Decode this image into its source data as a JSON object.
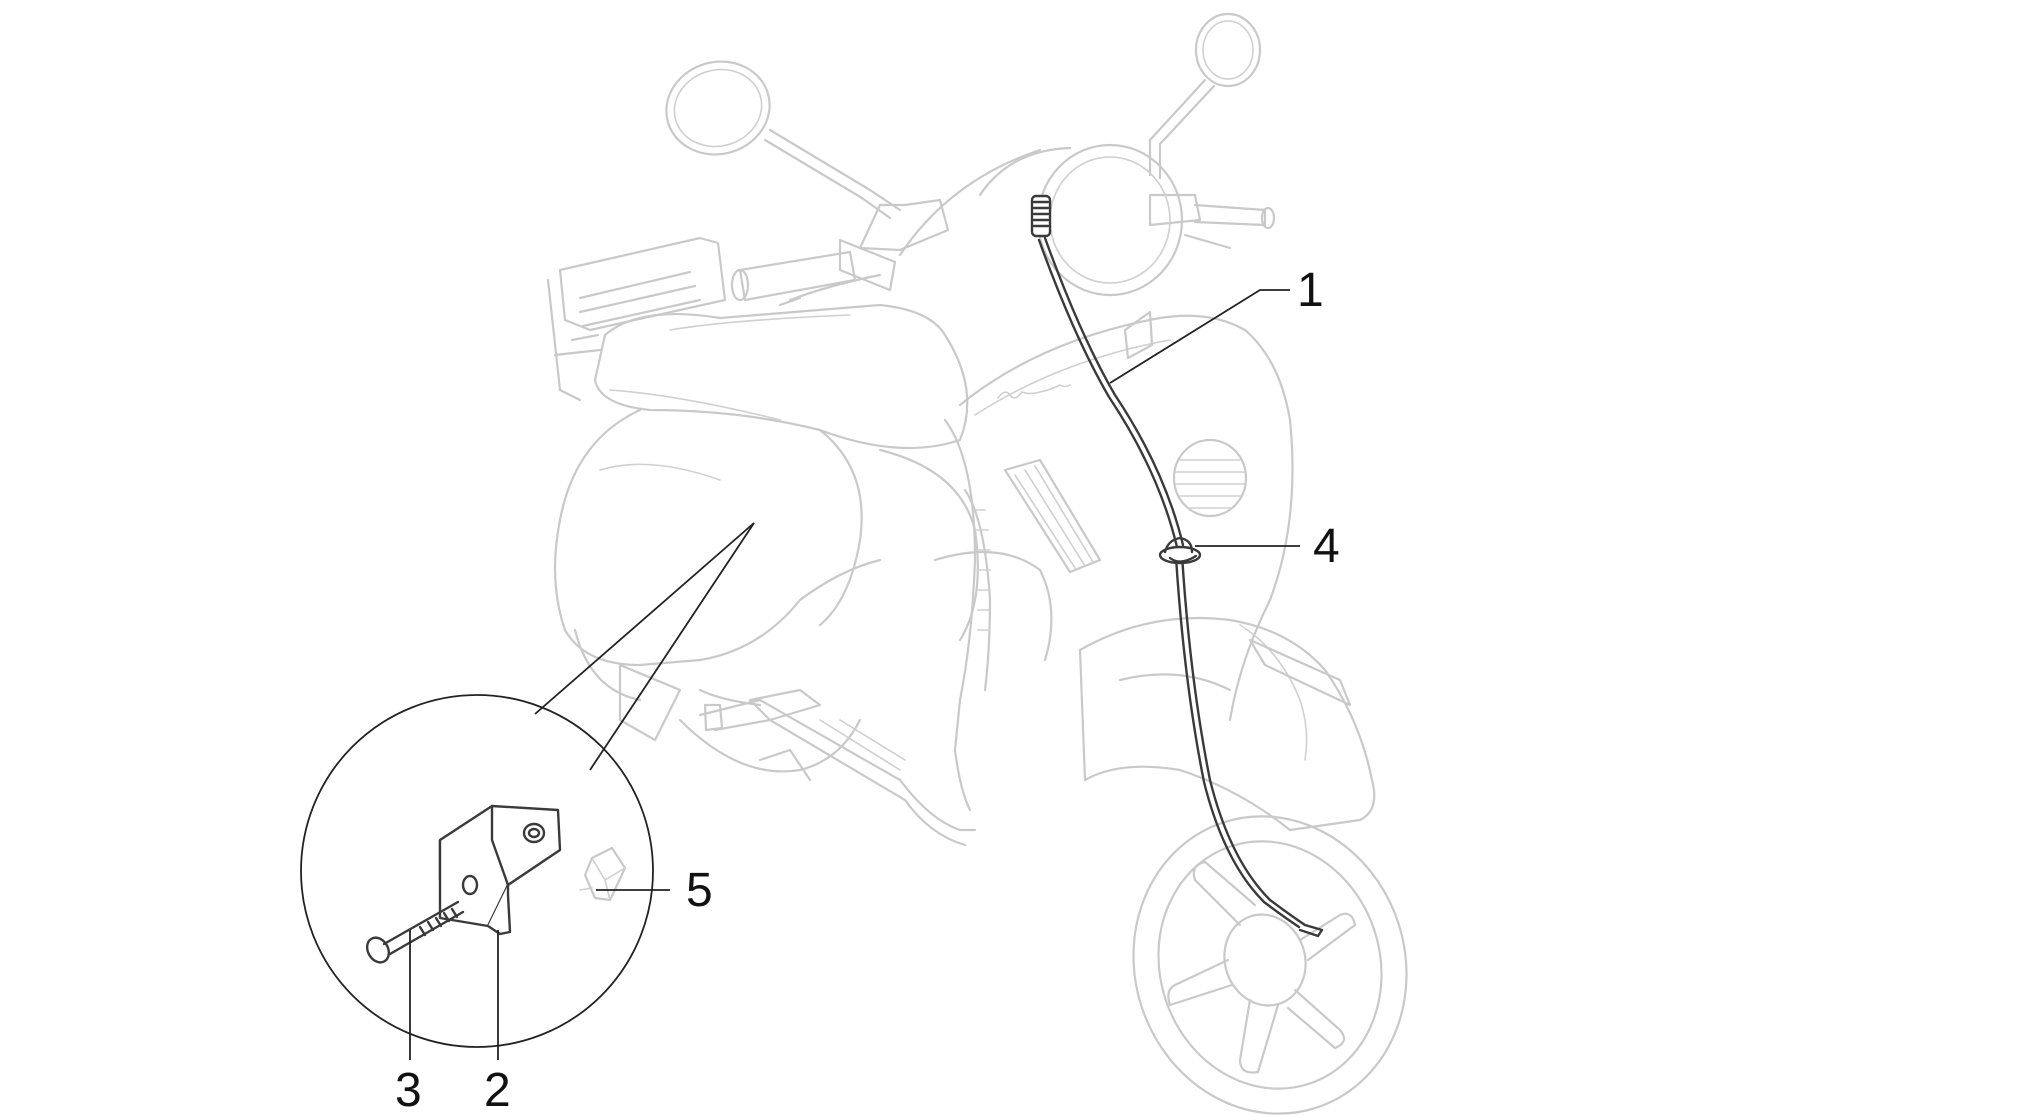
{
  "callouts": [
    {
      "id": "1",
      "text": "1",
      "part": "speedometer-cable"
    },
    {
      "id": "2",
      "text": "2",
      "part": "bracket"
    },
    {
      "id": "3",
      "text": "3",
      "part": "bolt"
    },
    {
      "id": "4",
      "text": "4",
      "part": "cable-clip"
    },
    {
      "id": "5",
      "text": "5",
      "part": "spring-clip"
    }
  ],
  "colors": {
    "ghost_outline": "#c9c9c9",
    "part_ink": "#3a3a3a",
    "label_text": "#111111",
    "background": "#ffffff"
  }
}
